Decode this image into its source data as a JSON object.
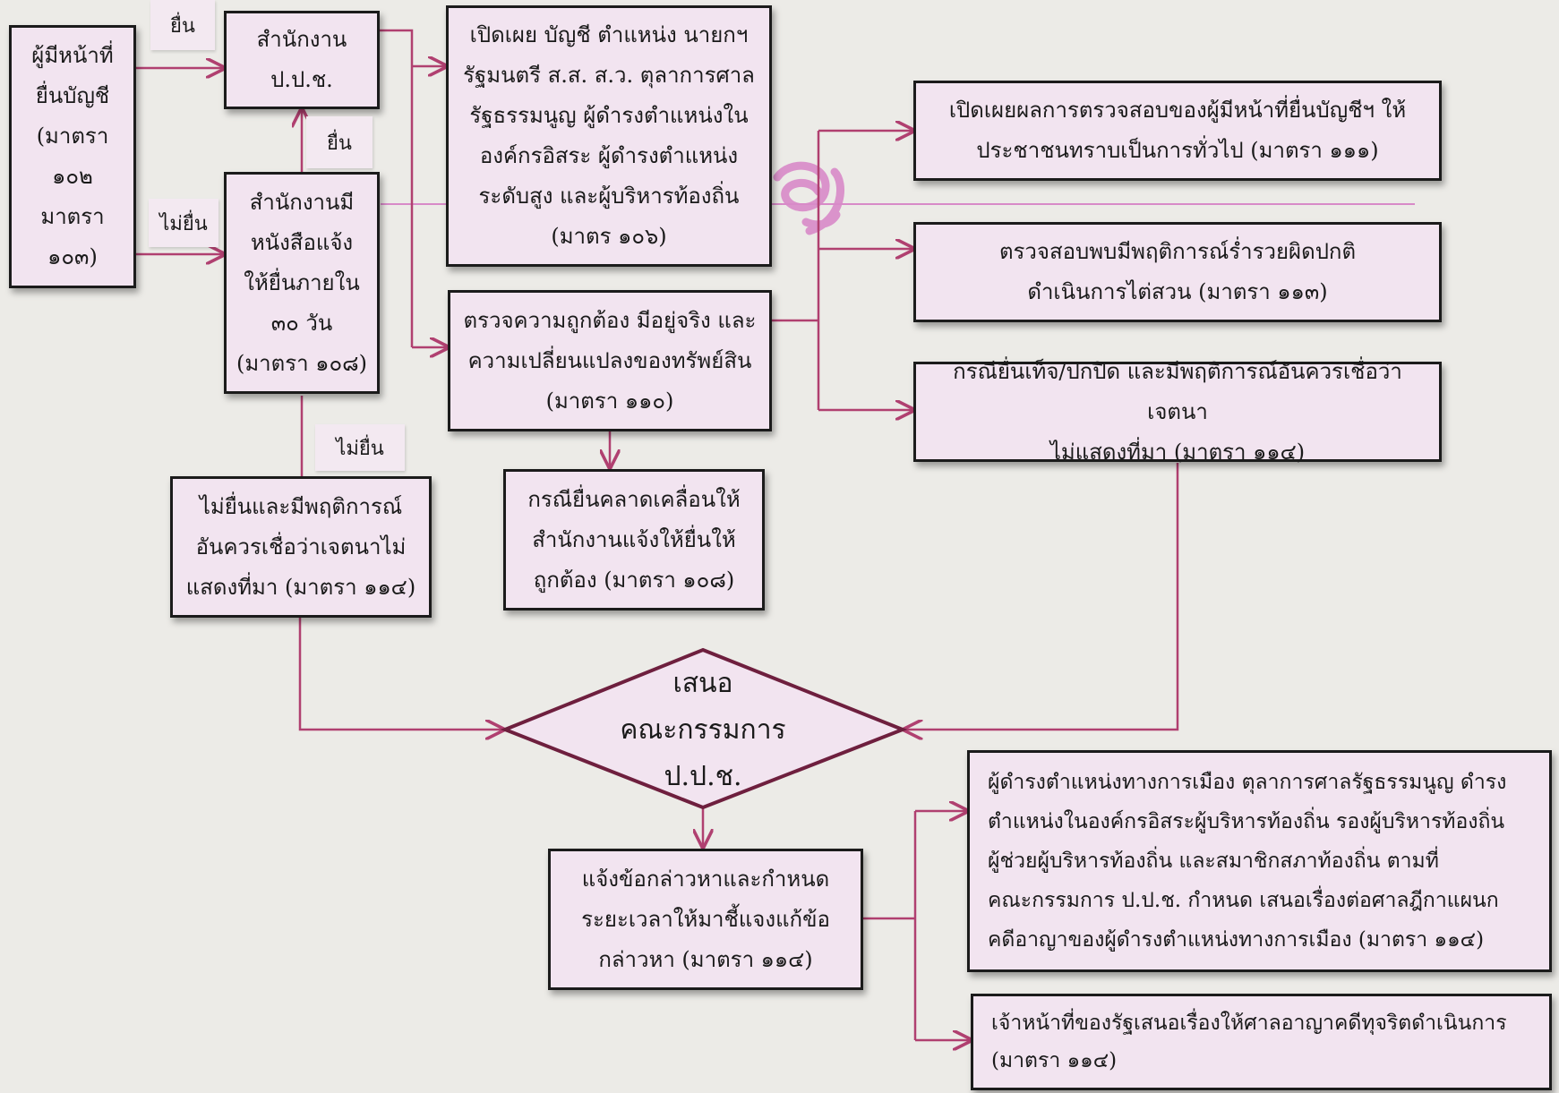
{
  "colors": {
    "box_fill": "#f2e4f0",
    "box_border": "#1b1b1b",
    "arrow": "#b04070",
    "deco": "#d88ac8",
    "background": "#ecebe7"
  },
  "boxes": {
    "filer": "ผู้มีหน้าที่\nยื่นบัญชี\n(มาตรา\n๑๐๒\nมาตรา\n๑๐๓)",
    "office": "สำนักงาน\nป.ป.ช.",
    "office_notice": "สำนักงานมี\nหนังสือแจ้ง\nให้ยื่นภายใน\n๓๐ วัน\n(มาตรา ๑๐๘)",
    "disclose_accounts": "เปิดเผย บัญชี ตำแหน่ง นายกฯ\nรัฐมนตรี ส.ส. ส.ว. ตุลาการศาล\nรัฐธรรมนูญ ผู้ดำรงตำแหน่งใน\nองค์กรอิสระ ผู้ดำรงตำแหน่ง\nระดับสูง และผู้บริหารท้องถิ่น\n(มาตร ๑๐๖)",
    "verify": "ตรวจความถูกต้อง มีอยู่จริง และ\nความเปลี่ยนแปลงของทรัพย์สิน\n(มาตรา ๑๑๐)",
    "incorrect_filing": "กรณียื่นคลาดเคลื่อนให้\nสำนักงานแจ้งให้ยื่นให้\nถูกต้อง (มาตรา ๑๐๘)",
    "not_filed_intent": "ไม่ยื่นและมีพฤติการณ์\nอันควรเชื่อว่าเจตนาไม่\nแสดงที่มา (มาตรา ๑๑๔)",
    "disclose_results": "เปิดเผยผลการตรวจสอบของผู้มีหน้าที่ยื่นบัญชีฯ ให้\nประชาชนทราบเป็นการทั่วไป (มาตรา ๑๑๑)",
    "unusual_wealth": "ตรวจสอบพบมีพฤติการณ์ร่ำรวยผิดปกติ\nดำเนินการไต่สวน (มาตรา ๑๑๓)",
    "false_filing": "กรณียื่นเท็จ/ปกปิด และมีพฤติการณ์อันควรเชื่อว่าเจตนา\nไม่แสดงที่มา (มาตรา ๑๑๔)",
    "notify_charges": "แจ้งข้อกล่าวหาและกำหนด\nระยะเวลาให้มาชี้แจงแก้ข้อ\nกล่าวหา (มาตรา ๑๑๔)",
    "political_officials": "ผู้ดำรงตำแหน่งทางการเมือง ตุลาการศาลรัฐธรรมนูญ ดำรง\nตำแหน่งในองค์กรอิสระผู้บริหารท้องถิ่น รองผู้บริหารท้องถิ่น\nผู้ช่วยผู้บริหารท้องถิ่น และสมาชิกสภาท้องถิ่น ตามที่\nคณะกรรมการ ป.ป.ช. กำหนด เสนอเรื่องต่อศาลฎีกาแผนก\nคดีอาญาของผู้ดำรงตำแหน่งทางการเมือง (มาตรา ๑๑๔)",
    "state_officials": "เจ้าหน้าที่ของรัฐเสนอเรื่องให้ศาลอาญาคดีทุจริตดำเนินการ\n(มาตรา ๑๑๔)"
  },
  "decision": "เสนอ\nคณะกรรมการ\nป.ป.ช.",
  "labels": {
    "file_top": "ยื่น",
    "not_file_left": "ไม่ยื่น",
    "file_middle": "ยื่น",
    "not_file_bottom": "ไม่ยื่น"
  }
}
